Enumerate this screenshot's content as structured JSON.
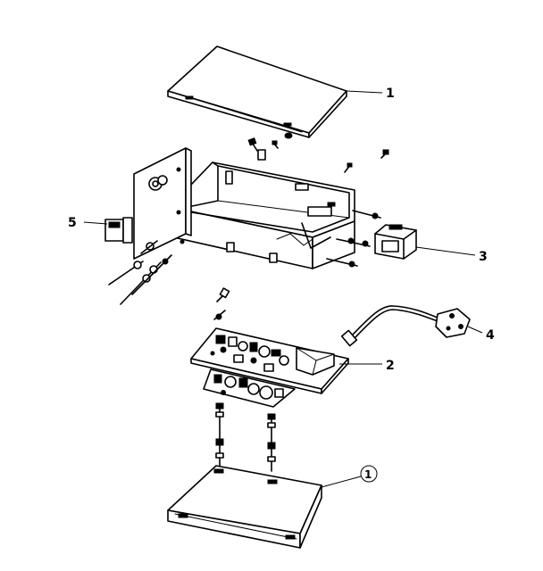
{
  "callouts": {
    "top_cover": "1",
    "pcb": "2",
    "transformer": "3",
    "power_cord": "4",
    "bracket": "5",
    "bottom_cover": "1"
  },
  "colors": {
    "line": "#000000",
    "background": "#ffffff"
  }
}
